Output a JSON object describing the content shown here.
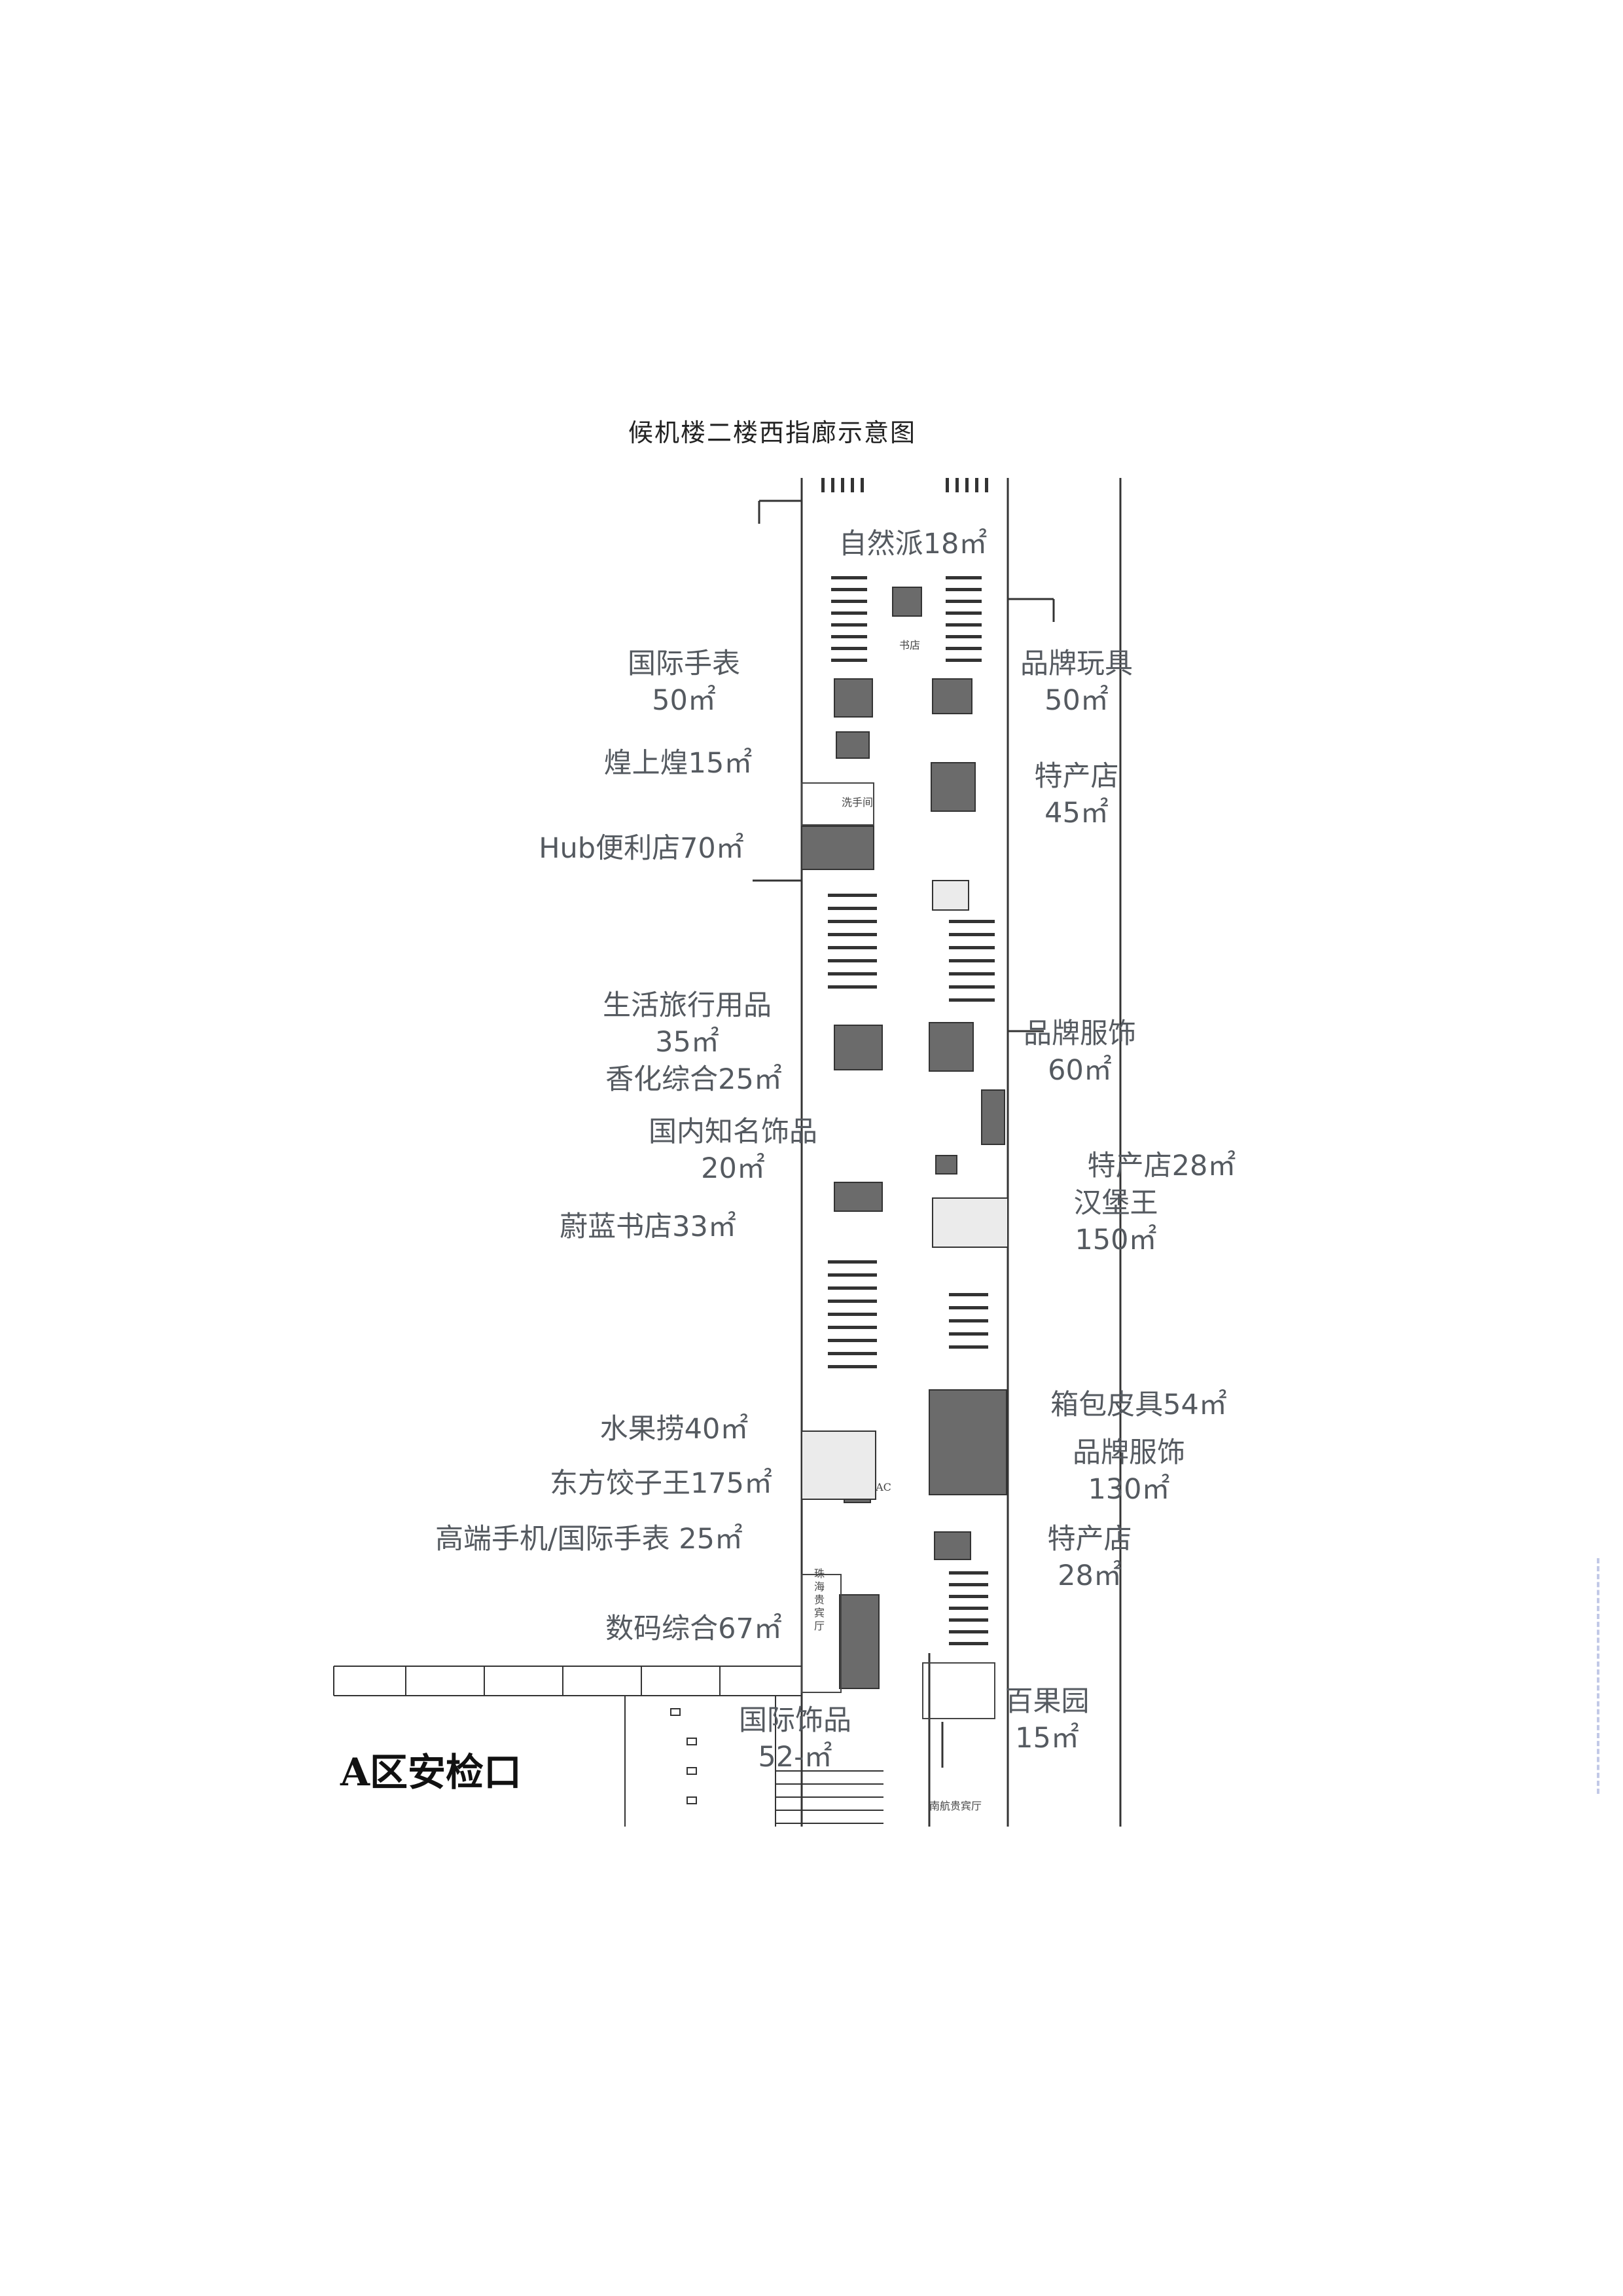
{
  "page": {
    "title": "候机楼二楼西指廊示意图"
  },
  "zone_label": "A区安检口",
  "shops": [
    {
      "id": "ziranpai",
      "lines": [
        "自然派18㎡"
      ]
    },
    {
      "id": "intl-watch-1",
      "lines": [
        "国际手表",
        "50㎡"
      ]
    },
    {
      "id": "brand-toys",
      "lines": [
        "品牌玩具",
        "50㎡"
      ]
    },
    {
      "id": "huangshanghuang",
      "lines": [
        "煌上煌15㎡"
      ]
    },
    {
      "id": "specialty-1",
      "lines": [
        "特产店",
        "45㎡"
      ]
    },
    {
      "id": "hub",
      "lines": [
        "Hub便利店70㎡"
      ]
    },
    {
      "id": "travel-goods",
      "lines": [
        "生活旅行用品",
        "35㎡"
      ]
    },
    {
      "id": "brand-apparel-1",
      "lines": [
        "品牌服饰",
        "60㎡"
      ]
    },
    {
      "id": "cosmetics",
      "lines": [
        "香化综合25㎡"
      ]
    },
    {
      "id": "domestic-jewelry",
      "lines": [
        "国内知名饰品",
        "20㎡"
      ]
    },
    {
      "id": "specialty-2",
      "lines": [
        "特产店28㎡"
      ]
    },
    {
      "id": "burger-king",
      "lines": [
        "汉堡王",
        "150㎡"
      ]
    },
    {
      "id": "weilan-books",
      "lines": [
        "蔚蓝书店33㎡"
      ]
    },
    {
      "id": "fruit",
      "lines": [
        "水果捞40㎡"
      ]
    },
    {
      "id": "luggage",
      "lines": [
        "箱包皮具54㎡"
      ]
    },
    {
      "id": "dumpling",
      "lines": [
        "东方饺子王175㎡"
      ]
    },
    {
      "id": "brand-apparel-2",
      "lines": [
        "品牌服饰",
        "130㎡"
      ]
    },
    {
      "id": "phones-watches",
      "lines": [
        "高端手机/国际手表  25㎡"
      ]
    },
    {
      "id": "specialty-3",
      "lines": [
        "特产店",
        "28㎡"
      ]
    },
    {
      "id": "digital",
      "lines": [
        "数码综合67㎡"
      ]
    },
    {
      "id": "intl-accessories",
      "lines": [
        "国际饰品",
        "52-㎡"
      ]
    },
    {
      "id": "baiguoyuan",
      "lines": [
        "百果园",
        "15㎡"
      ]
    }
  ],
  "small_labels": {
    "bookstore": "书店",
    "washroom": "洗手间",
    "vip_hall": "珠海贵宾厅",
    "south_vip": "南航贵宾厅",
    "ac": "AC"
  }
}
